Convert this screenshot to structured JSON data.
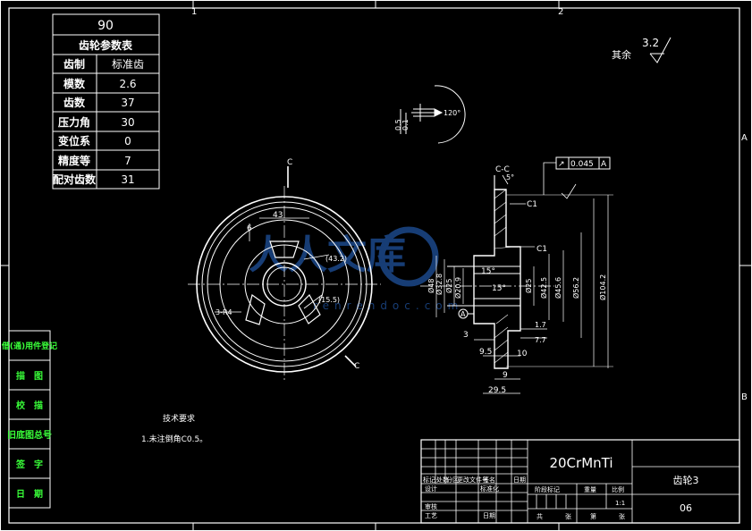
{
  "sheet": {
    "zone_cols": [
      "1",
      "2"
    ],
    "zone_rows": [
      "A",
      "B"
    ]
  },
  "param_table": {
    "header_code": "90",
    "title": "齿轮参数表",
    "rows": [
      {
        "label": "齿制",
        "value": "标准齿"
      },
      {
        "label": "模数",
        "value": "2.6"
      },
      {
        "label": "齿数",
        "value": "37"
      },
      {
        "label": "压力角",
        "value": "30"
      },
      {
        "label": "变位系",
        "value": "0"
      },
      {
        "label": "精度等",
        "value": "7"
      },
      {
        "label": "配对齿数",
        "value": "31"
      }
    ]
  },
  "roughness_note": {
    "label": "其余",
    "value": "3.2"
  },
  "detail": {
    "angle": "120°",
    "dim1": "0.5",
    "dim2": "0.1"
  },
  "front_view": {
    "section_mark": "C",
    "dims": [
      "43",
      "6",
      "(43.2)",
      "(15.5)",
      "3-R4"
    ]
  },
  "section_view": {
    "title": "C-C",
    "angle_top": "5°",
    "tolerance": {
      "symbol": "↗",
      "value": "0.045",
      "datum": "A"
    },
    "datum": "A",
    "chamfers": [
      "C1",
      "C1"
    ],
    "vert_dims": [
      "Ø48",
      "Ø32.8",
      "Ø25",
      "Ø20.9",
      "Ø25",
      "Ø42.5",
      "Ø45.6",
      "Ø56.2",
      "Ø104.2"
    ],
    "angles": [
      "15°",
      "15°"
    ],
    "horiz_dims": [
      "3",
      "9.5",
      "10",
      "9",
      "29.5",
      "1.7",
      "7.7"
    ]
  },
  "tech_req": {
    "title": "技术要求",
    "item": "1.未注倒角C0.5。"
  },
  "left_strip": [
    "借(通)用件登记",
    "描　图",
    "校　描",
    "旧底图总号",
    "签　字",
    "日　期"
  ],
  "title_block": {
    "material": "20CrMnTi",
    "part_name": "齿轮3",
    "drawing_no": "06",
    "labels": {
      "marking": "标记",
      "count": "处数",
      "zone": "分区",
      "change_doc": "更改文件号",
      "sign": "签名",
      "date": "日期",
      "design": "设计",
      "standardize": "标准化",
      "review": "审核",
      "process": "工艺",
      "date2": "日期",
      "stage_mark": "阶段标记",
      "weight": "重量",
      "scale_label": "比例",
      "scale": "1:1",
      "total": "共",
      "sheets": "张",
      "page_no": "第",
      "page": "张"
    }
  },
  "watermark": {
    "text": "人人文库",
    "url": "renrendoc.com"
  }
}
